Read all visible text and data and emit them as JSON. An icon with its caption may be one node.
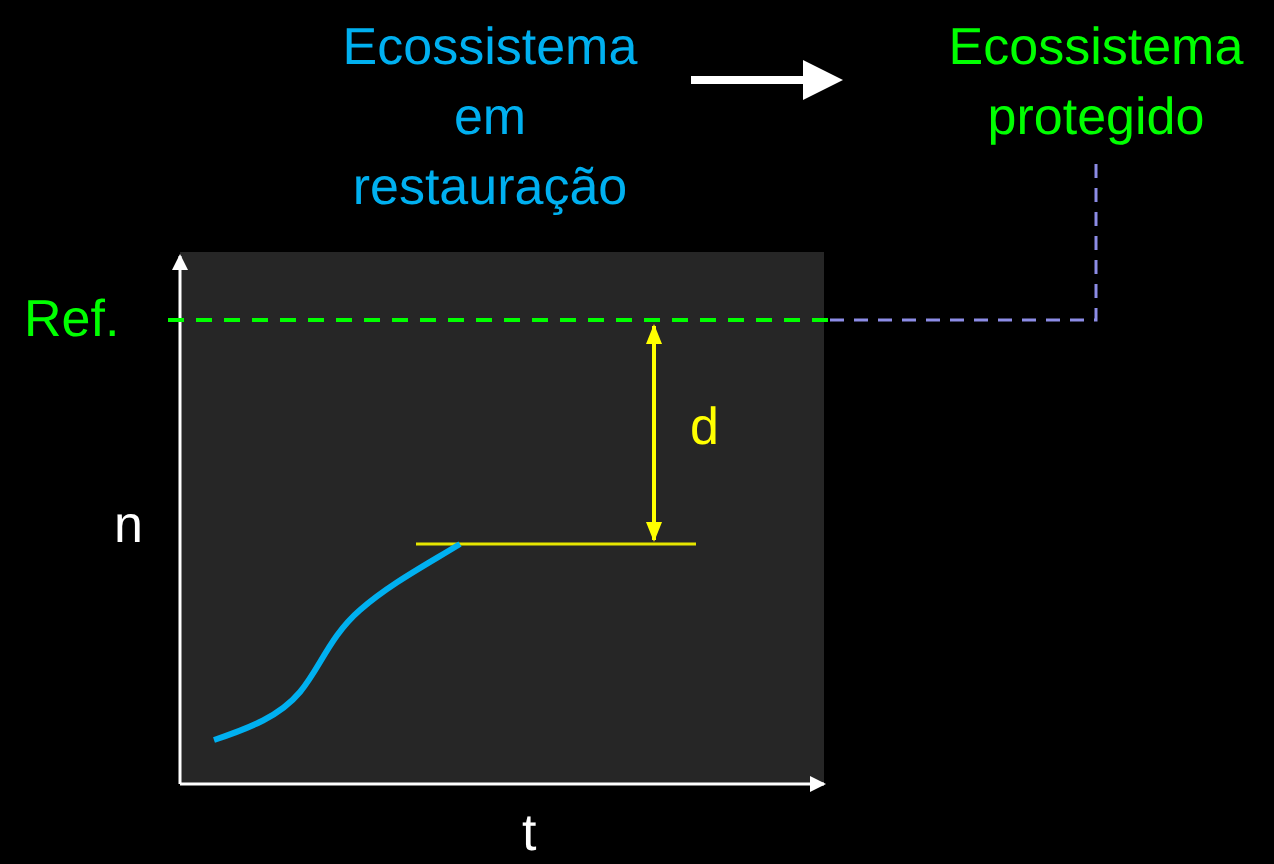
{
  "diagram": {
    "nodes": [
      {
        "text": [
          "Ecossistema em restauração"
        ]
      },
      {
        "text": [
          "Ecossistema protegido"
        ]
      }
    ],
    "edges": [
      {
        "from": 0,
        "to": 1,
        "arrow": "to",
        "style": "thick"
      },
      {
        "from": null,
        "to": 1,
        "arrow": "none",
        "style": "dashed",
        "color": "#8c8ce6"
      }
    ],
    "labels": [
      "Ref.",
      "d",
      "n",
      "t"
    ]
  }
}
